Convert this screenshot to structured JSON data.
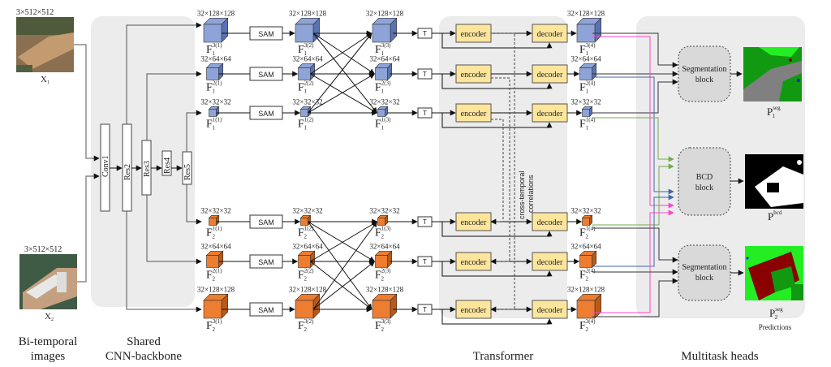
{
  "inputs": {
    "x1_dim": "3×512×512",
    "x1_label": "X",
    "x1_sub": "1",
    "x2_dim": "3×512×512",
    "x2_label": "X",
    "x2_sub": "2",
    "section_label_line1": "Bi-temporal",
    "section_label_line2": "images"
  },
  "backbone": {
    "layers": [
      "Conv1",
      "Res2",
      "Res3",
      "Res4",
      "Res5"
    ],
    "section_label_line1": "Shared",
    "section_label_line2": "CNN-backbone"
  },
  "features": {
    "dims": [
      "32×128×128",
      "32×64×64",
      "32×32×32"
    ],
    "t1_label": "F",
    "t1_sub": "1",
    "t2_label": "F",
    "t2_sub": "2",
    "sam_label": "SAM",
    "t_label": "T",
    "stage_sup": [
      [
        "3(1)",
        "2(1)",
        "1(1)"
      ],
      [
        "3(2)",
        "2(2)",
        "1(2)"
      ],
      [
        "3(3)",
        "2(3)",
        "1(3)"
      ],
      [
        "3(4)",
        "2(4)",
        "1(4)"
      ]
    ]
  },
  "transformer": {
    "encoder_label": "encoder",
    "decoder_label": "decoder",
    "cross_label_line1": "cross-temporal",
    "cross_label_line2": "correlations",
    "section_label": "Transformer"
  },
  "heads": {
    "seg_block_line1": "Segmentation",
    "seg_block_line2": "block",
    "bcd_block_line1": "BCD",
    "bcd_block_line2": "block",
    "p1_label": "P",
    "p1_sup": "seg",
    "p1_sub": "1",
    "pbcd_label": "P",
    "pbcd_sup": "bcd",
    "p2_label": "P",
    "p2_sup": "seg",
    "p2_sub": "2",
    "predictions_label": "Predictions",
    "section_label": "Multitask heads"
  },
  "colors": {
    "blue_cube": "#8ea4d8",
    "orange_cube": "#ed7d31",
    "encoder_fill": "#fde59c",
    "panel_bg": "#ececec",
    "green_line": "#70ad47",
    "blue_line": "#4466aa",
    "pink_line": "#ff44cc"
  }
}
